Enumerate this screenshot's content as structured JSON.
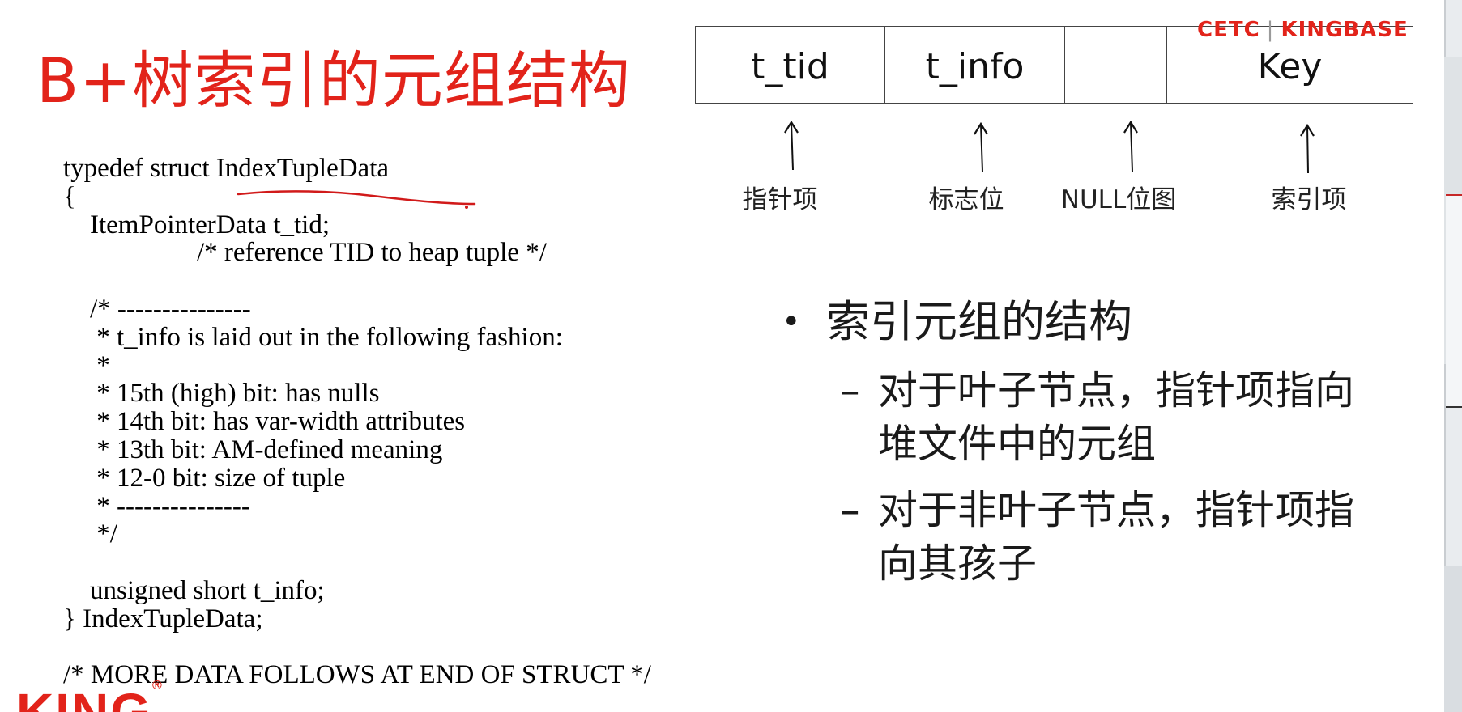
{
  "slide": {
    "title": "B+树索引的元组结构",
    "logo": {
      "left": "CETC",
      "right": "KINGBASE"
    },
    "code_lines": [
      "typedef struct IndexTupleData",
      "{",
      "    ItemPointerData t_tid;",
      "                    /* reference TID to heap tuple */",
      "",
      "    /* ---------------",
      "     * t_info is laid out in the following fashion:",
      "     *",
      "     * 15th (high) bit: has nulls",
      "     * 14th bit: has var-width attributes",
      "     * 13th bit: AM-defined meaning",
      "     * 12-0 bit: size of tuple",
      "     * ---------------",
      "     */",
      "",
      "    unsigned short t_info;",
      "} IndexTupleData;",
      "",
      "/* MORE DATA FOLLOWS AT END OF STRUCT */"
    ],
    "tuple_fields": [
      "t_tid",
      "t_info",
      "",
      "Key"
    ],
    "field_labels": [
      "指针项",
      "标志位",
      "NULL位图",
      "索引项"
    ],
    "bullet": {
      "main": "索引元组的结构",
      "subs": [
        "对于叶子节点，指针项指向堆文件中的元组",
        "对于非叶子节点，指针项指向其孩子"
      ]
    },
    "footer_logo": {
      "text": "KING",
      "mark": "®"
    },
    "colors": {
      "title": "#e2231a",
      "text": "#000000",
      "background": "#ffffff",
      "annotation": "#d11a1a"
    }
  }
}
